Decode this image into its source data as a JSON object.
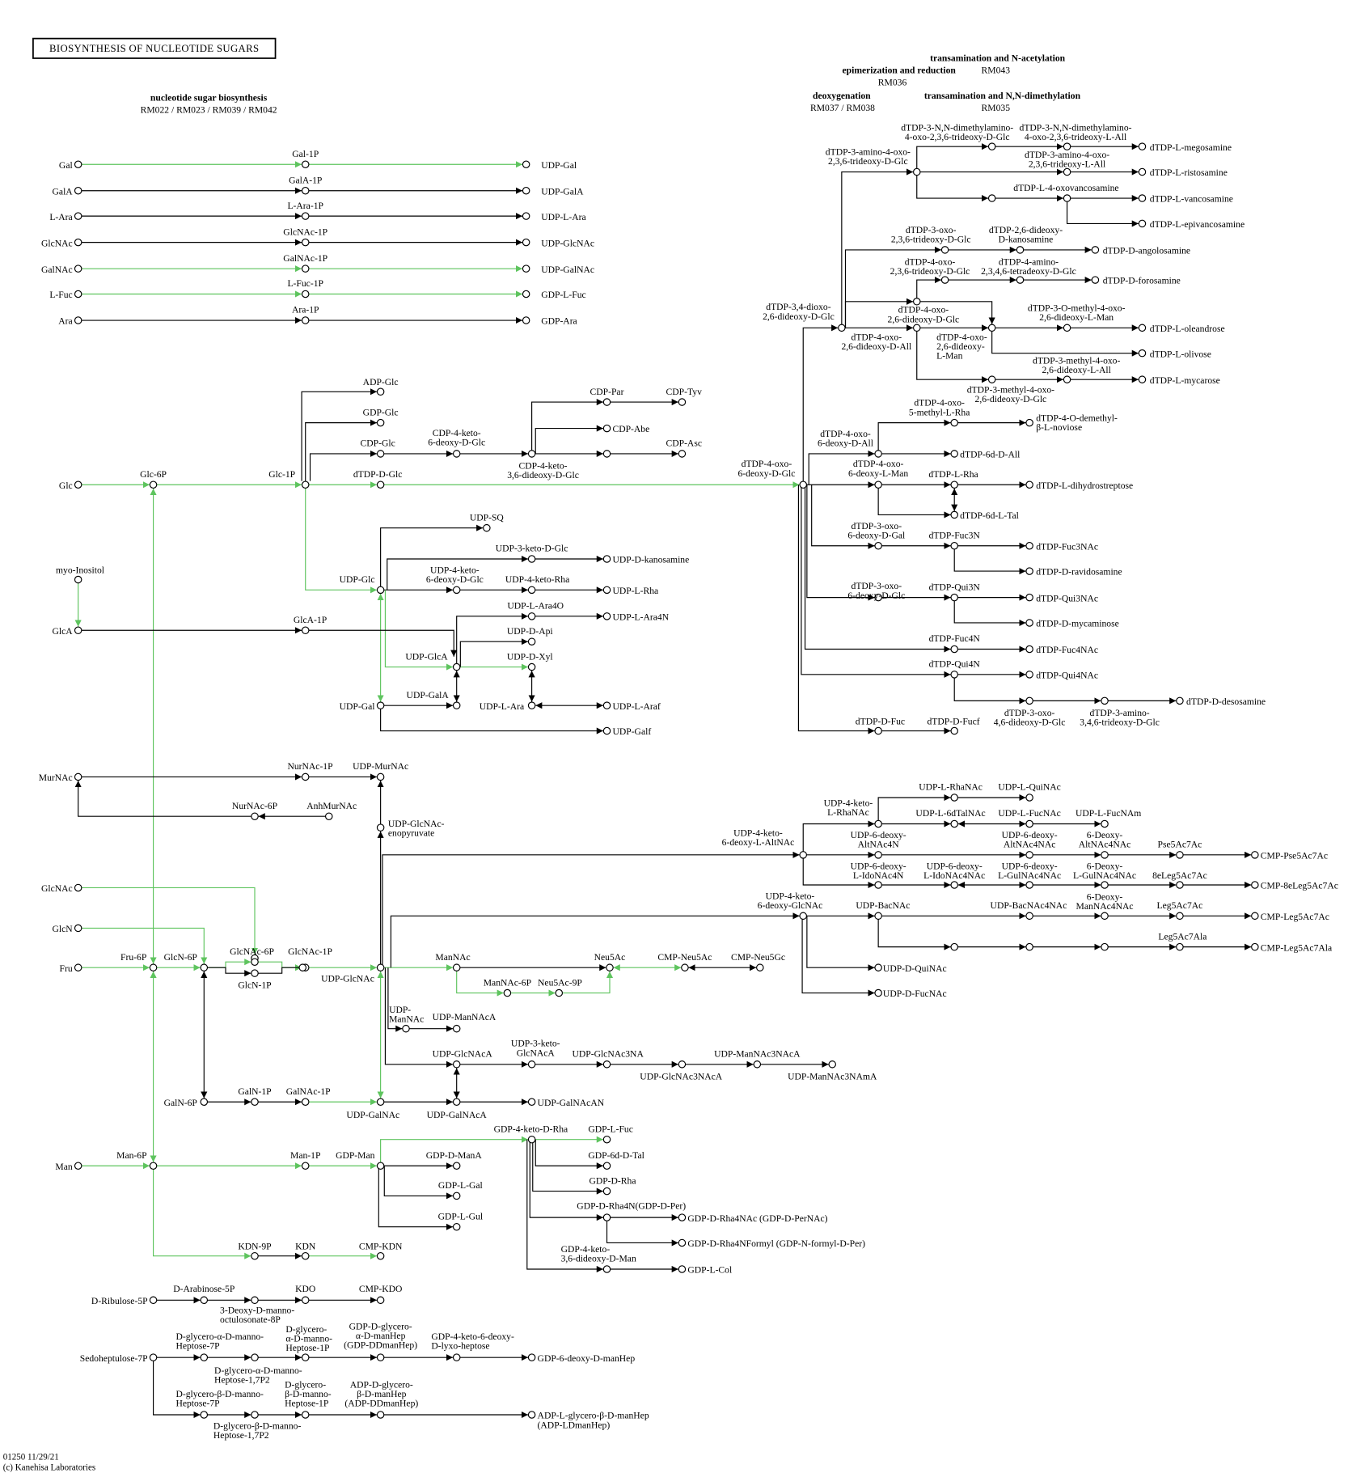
{
  "title": "BIOSYNTHESIS OF NUCLEOTIDE SUGARS",
  "colors": {
    "main_route": "#5ec45e",
    "other": "#000000"
  },
  "modules": {
    "nsb": {
      "name": "nucleotide sugar biosynthesis",
      "ids": "RM022 / RM023 / RM039 / RM042"
    },
    "tna": {
      "name": "transamination and N-acetylation",
      "ids": "RM043"
    },
    "epi": {
      "name": "epimerization and reduction",
      "ids": "RM036"
    },
    "deo": {
      "name": "deoxygenation",
      "ids": "RM037 / RM038"
    },
    "tnn": {
      "name": "transamination and N,N-dimethylation",
      "ids": "RM035"
    }
  },
  "left_block": [
    {
      "source": "Gal",
      "intermediate": "Gal-1P",
      "product": "UDP-Gal"
    },
    {
      "source": "GalA",
      "intermediate": "GalA-1P",
      "product": "UDP-GalA"
    },
    {
      "source": "L-Ara",
      "intermediate": "L-Ara-1P",
      "product": "UDP-L-Ara"
    },
    {
      "source": "GlcNAc",
      "intermediate": "GlcNAc-1P",
      "product": "UDP-GlcNAc"
    },
    {
      "source": "GalNAc",
      "intermediate": "GalNAc-1P",
      "product": "UDP-GalNAc"
    },
    {
      "source": "L-Fuc",
      "intermediate": "L-Fuc-1P",
      "product": "GDP-L-Fuc"
    },
    {
      "source": "Ara",
      "intermediate": "Ara-1P",
      "product": "GDP-Ara"
    }
  ],
  "compounds": {
    "glc": "Glc",
    "glc6p": "Glc-6P",
    "glc1p": "Glc-1P",
    "adpglc": "ADP-Glc",
    "gdpglc": "GDP-Glc",
    "cdpglc": "CDP-Glc",
    "cdp4k": [
      "CDP-4-keto-",
      "6-deoxy-D-Glc"
    ],
    "cdp4k36": [
      "CDP-4-keto-",
      "3,6-dideoxy-D-Glc"
    ],
    "cdppar": "CDP-Par",
    "cdptyv": "CDP-Tyv",
    "cdpabe": "CDP-Abe",
    "cdpasc": "CDP-Asc",
    "dtdpdglc": "dTDP-D-Glc",
    "udpsq": "UDP-SQ",
    "udp3kglc": "UDP-3-keto-D-Glc",
    "udpdkan": "UDP-D-kanosamine",
    "udp4k6d": [
      "UDP-4-keto-",
      "6-deoxy-D-Glc"
    ],
    "udp4krha": "UDP-4-keto-Rha",
    "udplrha": "UDP-L-Rha",
    "udpglc": "UDP-Glc",
    "myo": "myo-Inositol",
    "glca": "GlcA",
    "glca1p": "GlcA-1P",
    "udplara4o": "UDP-L-Ara4O",
    "udplara4n": "UDP-L-Ara4N",
    "udpdapi": "UDP-D-Api",
    "udpglca": "UDP-GlcA",
    "udpdxyl": "UDP-D-Xyl",
    "udpgala": "UDP-GalA",
    "udpgal": "UDP-Gal",
    "udplara": "UDP-L-Ara",
    "udplaraf": "UDP-L-Araf",
    "udpgalf": "UDP-Galf",
    "murnac": "MurNAc",
    "nurnac1p": "NurNAc-1P",
    "udpmurnac": "UDP-MurNAc",
    "nurnac6p": "NurNAc-6P",
    "anhmurnac": "AnhMurNAc",
    "enopyr": [
      "UDP-GlcNAc-",
      "enopyruvate"
    ],
    "glcnac2": "GlcNAc",
    "glcn": "GlcN",
    "fru": "Fru",
    "fru6p": "Fru-6P",
    "glcn6p": "GlcN-6P",
    "glcnac6p": "GlcNAc-6P",
    "glcn1p": "GlcN-1P",
    "glcnac1p": "GlcNAc-1P",
    "udpglcnac": "UDP-GlcNAc",
    "mannac": "ManNAc",
    "neu5ac": "Neu5Ac",
    "cmpneu5ac": "CMP-Neu5Ac",
    "cmpneu5gc": "CMP-Neu5Gc",
    "mannac6p": "ManNAc-6P",
    "neu5ac9p": "Neu5Ac-9P",
    "udpmannac": [
      "UDP-",
      "ManNAc"
    ],
    "udpmannaca": "UDP-ManNAcA",
    "udpglcnaca": "UDP-GlcNAcA",
    "udp3kglcnaca": [
      "UDP-3-keto-",
      "GlcNAcA"
    ],
    "udpglcnac3na": "UDP-GlcNAc3NA",
    "udpglcnac3naca": "UDP-GlcNAc3NAcA",
    "udpmannac3naca": "UDP-ManNAc3NAcA",
    "udpmannac3nama": "UDP-ManNAc3NAmA",
    "galn6p": "GalN-6P",
    "galn1p": "GalN-1P",
    "galnac1p": "GalNAc-1P",
    "udpgalnac": "UDP-GalNAc",
    "udpgalnaca": "UDP-GalNAcA",
    "udpgalnacan": "UDP-GalNAcAN",
    "gdp4kdrha": "GDP-4-keto-D-Rha",
    "gdplfuc": "GDP-L-Fuc",
    "man": "Man",
    "man6p": "Man-6P",
    "man1p": "Man-1P",
    "gdpman": "GDP-Man",
    "gdpdmana": "GDP-D-ManA",
    "gdplgal": "GDP-L-Gal",
    "gdplgul": "GDP-L-Gul",
    "gdp6ddtal": "GDP-6d-D-Tal",
    "gdpdrha": "GDP-D-Rha",
    "gdpdrha4n": "GDP-D-Rha4N(GDP-D-Per)",
    "gdpdrha4nac": "GDP-D-Rha4NAc (GDP-D-PerNAc)",
    "gdpdrha4nf": "GDP-D-Rha4NFormyl (GDP-N-formyl-D-Per)",
    "gdp4k36": [
      "GDP-4-keto-",
      "3,6-dideoxy-D-Man"
    ],
    "gdplcol": "GDP-L-Col",
    "kdn9p": "KDN-9P",
    "kdn": "KDN",
    "cmpkdn": "CMP-KDN",
    "dribu": "D-Ribulose-5P",
    "dara": "D-Arabinose-5P",
    "kdo8p": [
      "3-Deoxy-D-manno-",
      "octulosonate-8P"
    ],
    "kdo": "KDO",
    "cmpkdo": "CMP-KDO",
    "sedo": "Sedoheptulose-7P",
    "dgam7p": [
      "D-glycero-α-D-manno-",
      "Heptose-7P"
    ],
    "dgam17": [
      "D-glycero-α-D-manno-",
      "Heptose-1,7P2"
    ],
    "dgam1p": [
      "D-glycero-",
      "α-D-manno-",
      "Heptose-1P"
    ],
    "gdpddmanhep": [
      "GDP-D-glycero-",
      "α-D-manHep",
      "(GDP-DDmanHep)"
    ],
    "gdp4k6dlyxo": [
      "GDP-4-keto-6-deoxy-",
      "D-lyxo-heptose"
    ],
    "gdp6dmanhep": "GDP-6-deoxy-D-manHep",
    "dgbm7p": [
      "D-glycero-β-D-manno-",
      "Heptose-7P"
    ],
    "dgbm17": [
      "D-glycero-β-D-manno-",
      "Heptose-1,7P2"
    ],
    "dgbm1p": [
      "D-glycero-",
      "β-D-manno-",
      "Heptose-1P"
    ],
    "adpddmanhep": [
      "ADP-D-glycero-",
      "β-D-manHep",
      "(ADP-DDmanHep)"
    ],
    "adplmanhep": [
      "ADP-L-glycero-β-D-manHep",
      "(ADP-LDmanHep)"
    ],
    "dtdp4o6dglc": [
      "dTDP-4-oxo-",
      "6-deoxy-D-Glc"
    ],
    "dtdp34dioxo": [
      "dTDP-3,4-dioxo-",
      "2,6-dideoxy-D-Glc"
    ],
    "dtdp3amino": [
      "dTDP-3-amino-4-oxo-",
      "2,3,6-trideoxy-D-Glc"
    ],
    "dtdp3nnglc": [
      "dTDP-3-N,N-dimethylamino-",
      "4-oxo-2,3,6-trideoxy-D-Glc"
    ],
    "dtdp3nnall": [
      "dTDP-3-N,N-dimethylamino-",
      "4-oxo-2,3,6-trideoxy-L-All"
    ],
    "dtdplmeg": "dTDP-L-megosamine",
    "dtdp3aminoall": [
      "dTDP-3-amino-4-oxo-",
      "2,3,6-trideoxy-L-All"
    ],
    "dtdplris": "dTDP-L-ristosamine",
    "dtdpl4oxovanc": "dTDP-L-4-oxovancosamine",
    "dtdplvanc": "dTDP-L-vancosamine",
    "dtdplepivanc": "dTDP-L-epivancosamine",
    "dtdp3oxo236": [
      "dTDP-3-oxo-",
      "2,3,6-trideoxy-D-Glc"
    ],
    "dtdp26kan": [
      "dTDP-2,6-dideoxy-",
      "D-kanosamine"
    ],
    "dtdpdangol": "dTDP-D-angolosamine",
    "dtdp4oxo236": [
      "dTDP-4-oxo-",
      "2,3,6-trideoxy-D-Glc"
    ],
    "dtdp4amino": [
      "dTDP-4-amino-",
      "2,3,4,6-tetradeoxy-D-Glc"
    ],
    "dtdpdforos": "dTDP-D-forosamine",
    "dtdp4oxo26glc": [
      "dTDP-4-oxo-",
      "2,6-dideoxy-D-Glc"
    ],
    "dtdp4oxo26all": [
      "dTDP-4-oxo-",
      "2,6-dideoxy-D-All"
    ],
    "dtdp4oxo26lman": [
      "dTDP-4-oxo-",
      "2,6-dideoxy-",
      "L-Man"
    ],
    "dtdp3omethyl": [
      "dTDP-3-O-methyl-4-oxo-",
      "2,6-dideoxy-L-Man"
    ],
    "dtdploleand": "dTDP-L-oleandrose",
    "dtdplolivose": "dTDP-L-olivose",
    "dtdp3methylall": [
      "dTDP-3-methyl-4-oxo-",
      "2,6-dideoxy-L-All"
    ],
    "dtdplmyc": "dTDP-L-mycarose",
    "dtdp3methylglc": [
      "dTDP-3-methyl-4-oxo-",
      "2,6-dideoxy-D-Glc"
    ],
    "dtdp4oxo5methyl": [
      "dTDP-4-oxo-",
      "5-methyl-L-Rha"
    ],
    "dtdpnoviose": [
      "dTDP-4-O-demethyl-",
      "β-L-noviose"
    ],
    "dtdp4oxo6dall": [
      "dTDP-4-oxo-",
      "6-deoxy-D-All"
    ],
    "dtdp6ddall": "dTDP-6d-D-All",
    "dtdp4oxo6dlman": [
      "dTDP-4-oxo-",
      "6-deoxy-L-Man"
    ],
    "dtdplrha": "dTDP-L-Rha",
    "dtdpldihydro": "dTDP-L-dihydrostreptose",
    "dtdp6dltal": "dTDP-6d-L-Tal",
    "dtdp3oxo6dgal": [
      "dTDP-3-oxo-",
      "6-deoxy-D-Gal"
    ],
    "dtdpfuc3n": "dTDP-Fuc3N",
    "dtdpfuc3nac": "dTDP-Fuc3NAc",
    "dtdpdravid": "dTDP-D-ravidosamine",
    "dtdp3oxo6dglc": [
      "dTDP-3-oxo-",
      "6-deoxy-D-Glc"
    ],
    "dtdpqui3n": "dTDP-Qui3N",
    "dtdpqui3nac": "dTDP-Qui3NAc",
    "dtdpdmycam": "dTDP-D-mycaminose",
    "dtdpfuc4n": "dTDP-Fuc4N",
    "dtdpfuc4nac": "dTDP-Fuc4NAc",
    "dtdpqui4n": "dTDP-Qui4N",
    "dtdpqui4nac": "dTDP-Qui4NAc",
    "dtdp3oxo46": [
      "dTDP-3-oxo-",
      "4,6-dideoxy-D-Glc"
    ],
    "dtdp3amino346": [
      "dTDP-3-amino-",
      "3,4,6-trideoxy-D-Glc"
    ],
    "dtdpddesos": "dTDP-D-desosamine",
    "dtdpdfuc": "dTDP-D-Fuc",
    "dtdpdfucf": "dTDP-D-Fucf",
    "udp4k6daltnac": [
      "UDP-4-keto-",
      "6-deoxy-L-AltNAc"
    ],
    "udp4klrhanac": [
      "UDP-4-keto-",
      "L-RhaNAc"
    ],
    "udplrhanac": "UDP-L-RhaNAc",
    "udplquinac": "UDP-L-QuiNAc",
    "udpl6dtalnac": "UDP-L-6dTalNAc",
    "udplfucnac": "UDP-L-FucNAc",
    "udplfucnam": "UDP-L-FucNAm",
    "udp6dalt4n": [
      "UDP-6-deoxy-",
      "AltNAc4N"
    ],
    "udp6dalt4nac": [
      "UDP-6-deoxy-",
      "AltNAc4NAc"
    ],
    "d6altnac": [
      "6-Deoxy-",
      "AltNAc4NAc"
    ],
    "pse": "Pse5Ac7Ac",
    "cmppse": "CMP-Pse5Ac7Ac",
    "udp6dido4n": [
      "UDP-6-deoxy-",
      "L-IdoNAc4N"
    ],
    "udp6dido4nac": [
      "UDP-6-deoxy-",
      "L-IdoNAc4NAc"
    ],
    "udp6dgul": [
      "UDP-6-deoxy-",
      "L-GulNAc4NAc"
    ],
    "d6gul": [
      "6-Deoxy-",
      "L-GulNAc4NAc"
    ],
    "eleg": "8eLeg5Ac7Ac",
    "cmpeleg": "CMP-8eLeg5Ac7Ac",
    "udp4k6dglcnac": [
      "UDP-4-keto-",
      "6-deoxy-GlcNAc"
    ],
    "udpbacnac": "UDP-BacNAc",
    "udpbacnac4nac": "UDP-BacNAc4NAc",
    "d6man": [
      "6-Deoxy-",
      "ManNAc4NAc"
    ],
    "leg": "Leg5Ac7Ac",
    "cmpleg": "CMP-Leg5Ac7Ac",
    "legala": "Leg5Ac7Ala",
    "cmplegala": "CMP-Leg5Ac7Ala",
    "udpdquinac": "UDP-D-QuiNAc",
    "udpdfucnac": "UDP-D-FucNAc"
  },
  "footer": {
    "map_id_date": "01250 11/29/21",
    "copyright": "(c) Kanehisa Laboratories"
  }
}
